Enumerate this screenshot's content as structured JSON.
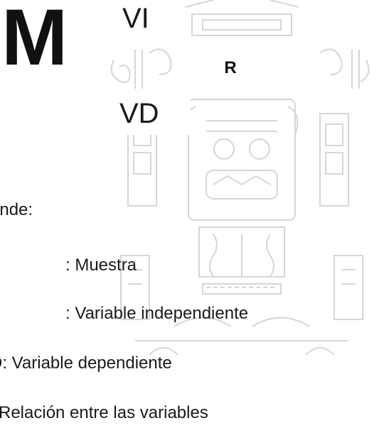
{
  "diagram": {
    "sample_symbol": "M",
    "independent_symbol": "VI",
    "dependent_symbol": "VD",
    "relation_symbol": "R"
  },
  "legend": {
    "intro": "onde:",
    "items": [
      ": Muestra",
      ": Variable independiente",
      "D: Variable dependiente",
      "Relación entre las variables"
    ]
  }
}
